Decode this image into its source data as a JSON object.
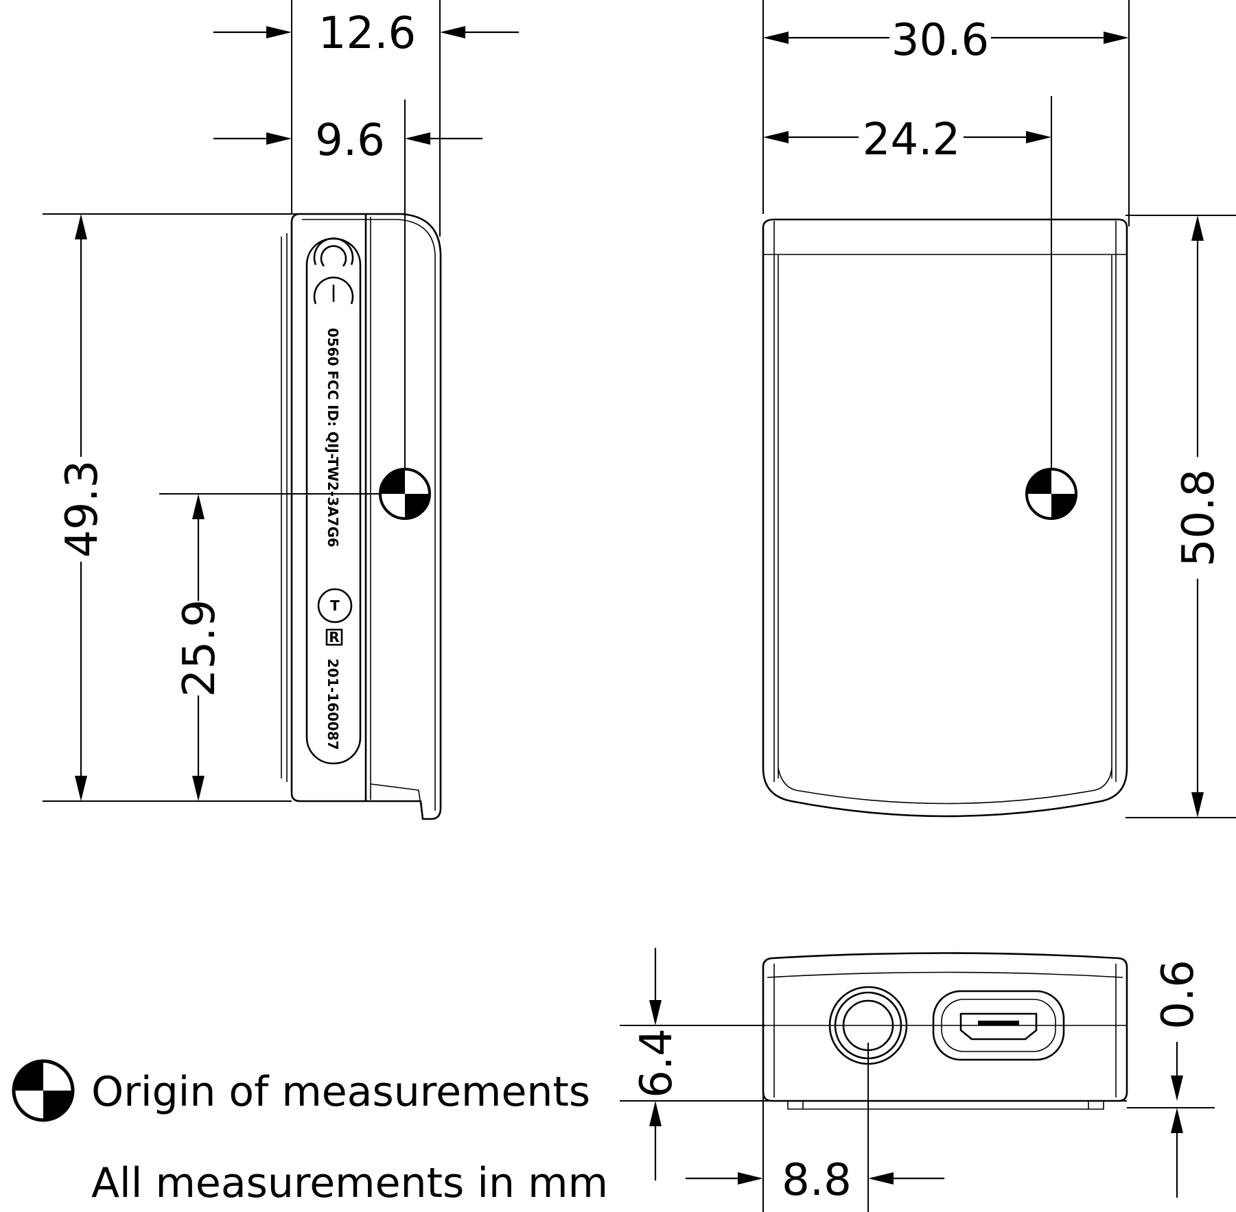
{
  "dimensions": {
    "side_width_outer": "12.6",
    "side_width_inner": "9.6",
    "side_height": "49.3",
    "side_origin_height": "25.9",
    "front_width": "30.6",
    "front_origin_x": "24.2",
    "front_height": "50.8",
    "bottom_height": "6.4",
    "bottom_origin_x": "8.8",
    "bottom_offset": "0.6"
  },
  "label_marks": {
    "code": "0560",
    "fcc": "FCC ID: QIJ-TW2-3A7G6",
    "ic": "201-160087"
  },
  "legend": {
    "origin_text": "Origin of measurements",
    "units_text": "All measurements in mm"
  },
  "icons": [
    "origin-symbol-icon",
    "ce-mark-icon",
    "r-mark-icon",
    "telec-mark-icon"
  ]
}
